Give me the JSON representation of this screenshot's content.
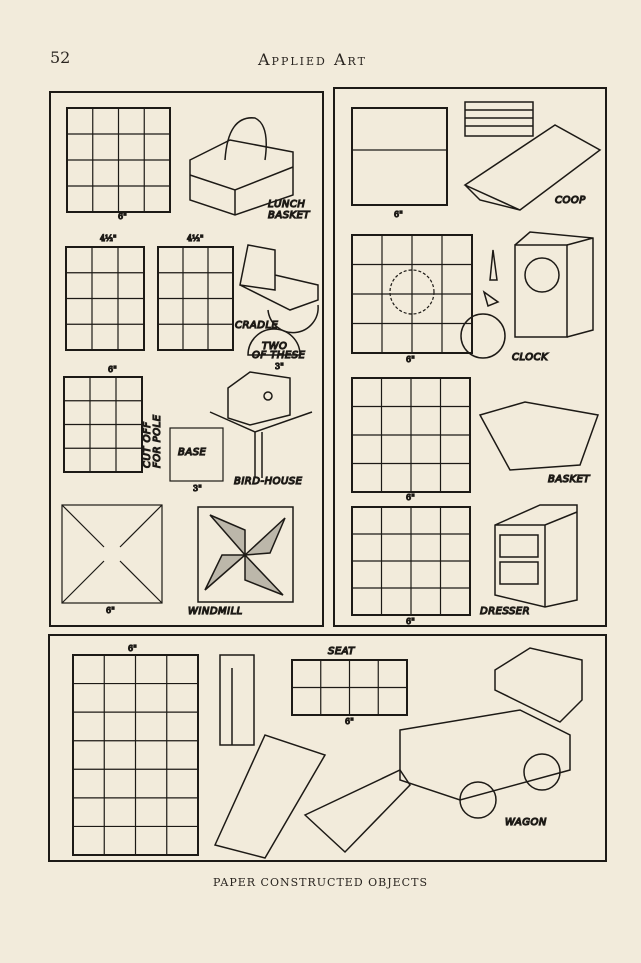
{
  "header": {
    "page_number": "52",
    "running_title": "Applied Art"
  },
  "caption": "PAPER CONSTRUCTED OBJECTS",
  "left_panel": {
    "lunch_basket": {
      "dimension": "6\"",
      "label_line1": "LUNCH",
      "label_line2": "BASKET"
    },
    "cradle": {
      "dimension_a": "4½\"",
      "dimension_b": "4½\"",
      "label": "CRADLE"
    },
    "bird_house": {
      "dimension": "6\"",
      "note_line1": "CUT OFF",
      "note_line2": "FOR POLE",
      "base_label": "BASE",
      "base_dimension": "3\"",
      "roof_note_line1": "TWO",
      "roof_note_line2": "OF THESE",
      "roof_dimension": "3\"",
      "label": "BIRD-HOUSE"
    },
    "windmill": {
      "dimension": "6\"",
      "label": "WINDMILL"
    }
  },
  "right_panel": {
    "coop": {
      "dimension": "6\"",
      "label": "COOP"
    },
    "clock": {
      "dimension": "6\"",
      "label": "CLOCK"
    },
    "basket": {
      "dimension": "6\"",
      "label": "BASKET"
    },
    "dresser": {
      "dimension": "6\"",
      "label": "DRESSER"
    }
  },
  "bottom_panel": {
    "wagon": {
      "dimension": "6\"",
      "seat_label": "SEAT",
      "seat_dimension": "6\"",
      "label": "WAGON"
    }
  }
}
